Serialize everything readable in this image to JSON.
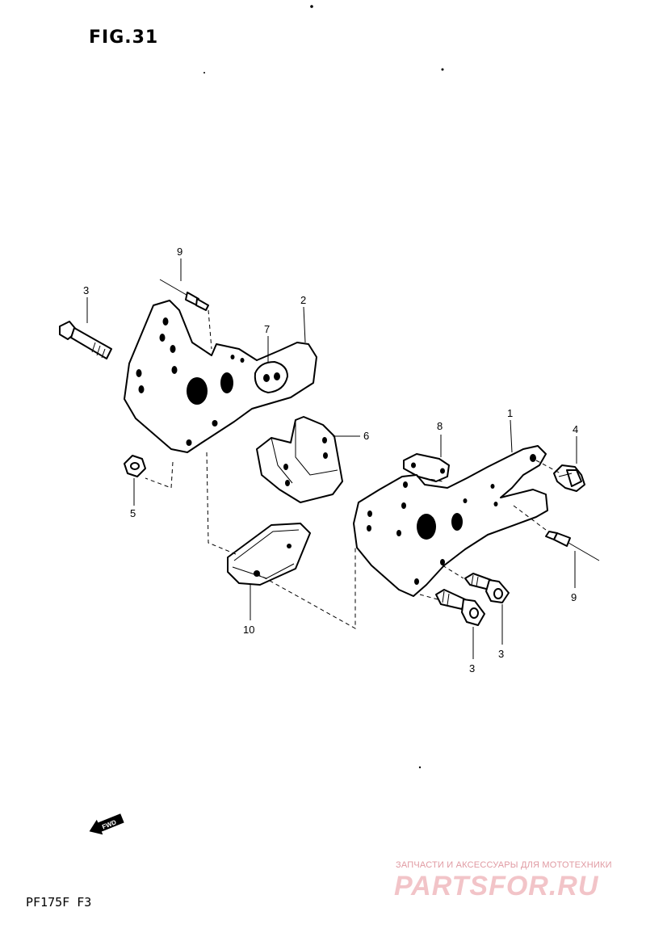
{
  "figure": {
    "title": "FIG.31",
    "model_code": "PF175F  F3"
  },
  "callouts": {
    "c1": "1",
    "c2": "2",
    "c3a": "3",
    "c3b": "3",
    "c3c": "3",
    "c4": "4",
    "c5": "5",
    "c6": "6",
    "c7": "7",
    "c8": "8",
    "c9a": "9",
    "c9b": "9",
    "c10": "10"
  },
  "fwd_label": "FWD",
  "watermark": {
    "tagline": "ЗАПЧАСТИ И АКСЕССУАРЫ ДЛЯ МОТОТЕХНИКИ",
    "logo": "PARTSFOR.RU",
    "color": "#f2c4c8"
  }
}
